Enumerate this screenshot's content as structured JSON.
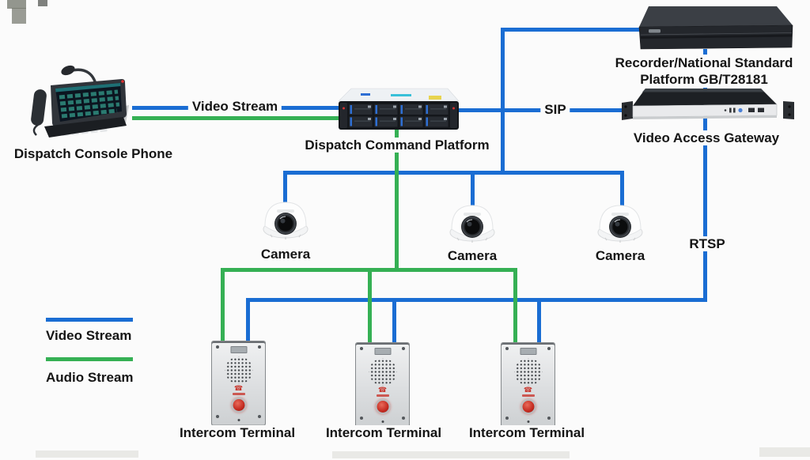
{
  "legend": {
    "video": {
      "label": "Video Stream",
      "color": "#1a6dd3"
    },
    "audio": {
      "label": "Audio Stream",
      "color": "#35b054"
    }
  },
  "links": {
    "phone_platform_label": "Video Stream",
    "platform_gateway_label": "SIP",
    "gateway_down_label": "RTSP"
  },
  "nodes": {
    "phone": {
      "label": "Dispatch Console Phone"
    },
    "platform": {
      "label": "Dispatch Command Platform"
    },
    "recorder": {
      "label_line1": "Recorder/National Standard",
      "label_line2": "Platform GB/T28181"
    },
    "gateway": {
      "label": "Video Access Gateway"
    },
    "cameras": [
      {
        "label": "Camera"
      },
      {
        "label": "Camera"
      },
      {
        "label": "Camera"
      }
    ],
    "intercoms": [
      {
        "label": "Intercom Terminal"
      },
      {
        "label": "Intercom Terminal"
      },
      {
        "label": "Intercom Terminal"
      }
    ]
  }
}
